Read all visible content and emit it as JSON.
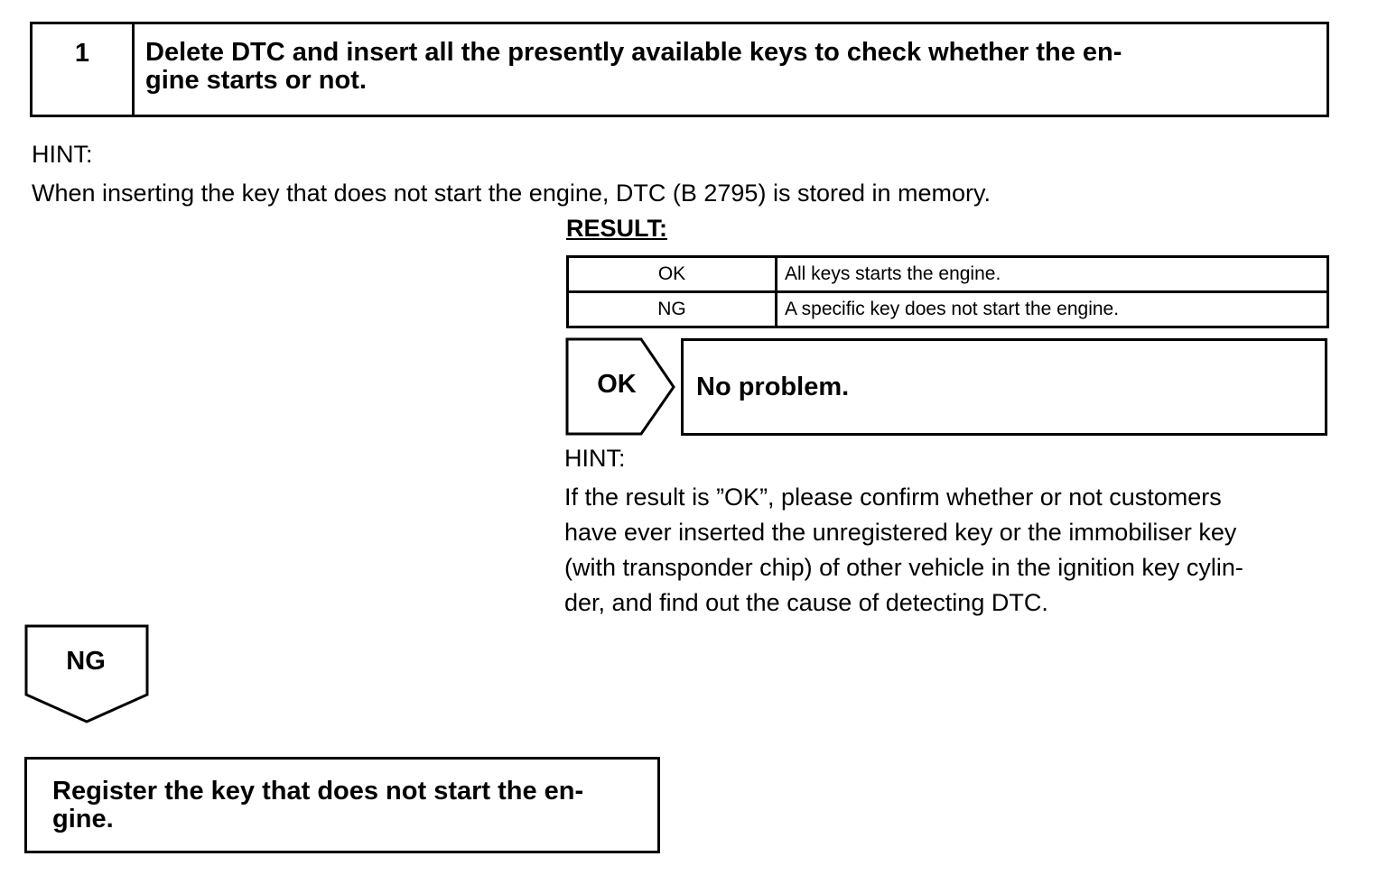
{
  "step": {
    "number": "1",
    "instruction": "Delete DTC and insert all the presently available keys to check whether the en-\ngine starts or not."
  },
  "hint1": {
    "label": "HINT:",
    "text": "When inserting the key that does not start the engine, DTC (B 2795) is stored in memory."
  },
  "result": {
    "title": "RESULT:",
    "rows": [
      {
        "code": "OK",
        "description": "All keys starts the engine."
      },
      {
        "code": "NG",
        "description": "A specific key does not start the engine."
      }
    ]
  },
  "ok_branch": {
    "badge": "OK",
    "action": "No problem.",
    "hint_label": "HINT:",
    "hint_lines": [
      "If the result is ”OK”, please confirm whether or not customers",
      "have ever inserted the unregistered key or the immobiliser key",
      "(with transponder chip) of other vehicle in the ignition key cylin-",
      "der, and find out the cause of detecting DTC."
    ]
  },
  "ng_branch": {
    "badge": "NG",
    "action": "Register the key that does not start the en-\ngine."
  }
}
